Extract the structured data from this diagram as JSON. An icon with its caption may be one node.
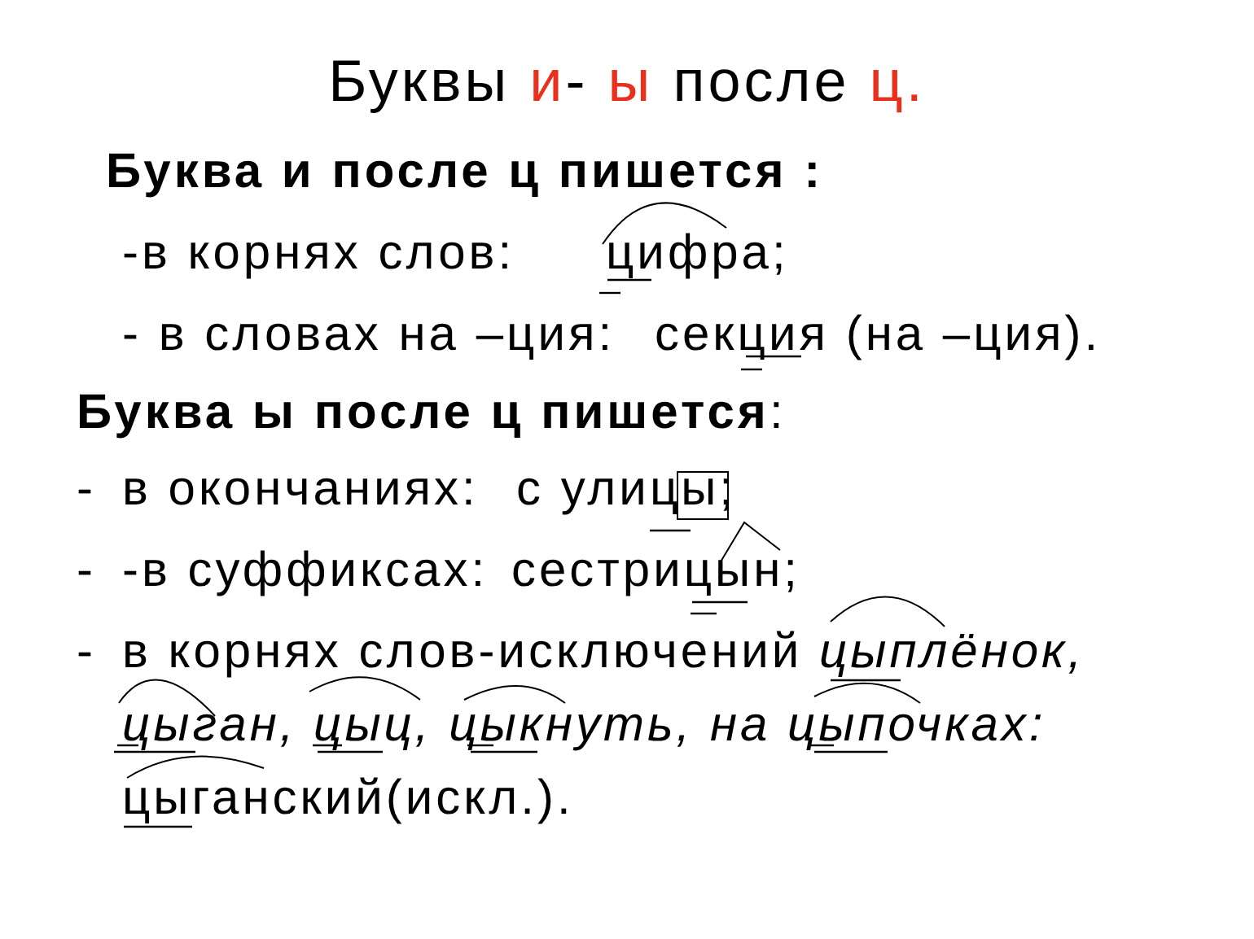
{
  "diagram": {
    "title": "Буквы и- ы после ц.",
    "labels": [
      "Буква и после ц пишется :",
      "-в корнях слов:",
      "цифра;",
      "- в словах на –ция:",
      "секция (на –ция).",
      "**Буква ы после ц пишется**:",
      "-",
      "в окончаниях:",
      "с улицы;",
      "-",
      "-в суффиксах:",
      "сестрицын;",
      "-",
      "в корнях слов-исключений *цыплёнок, цыган, цыц, цыкнуть, на цыпочках:* цыганский(искл.)."
    ]
  }
}
